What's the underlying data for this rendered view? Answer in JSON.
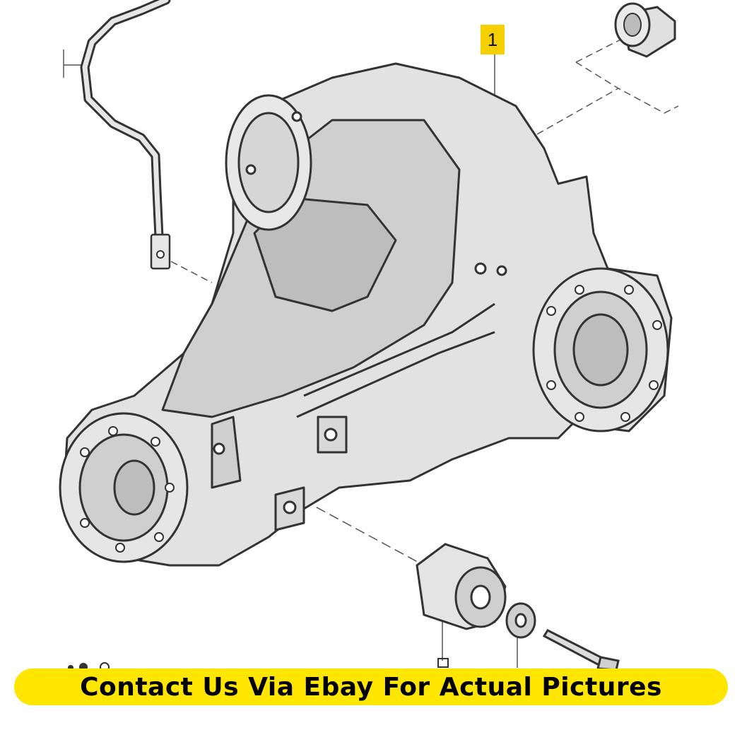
{
  "diagram": {
    "callout_number": "1",
    "banner_text": "Contact Us Via Ebay For Actual Pictures",
    "colors": {
      "housing": "#e2e2e2",
      "shade": "#bcbcbc",
      "outline": "#333333",
      "callout": "#f4d000",
      "banner": "#ffe600"
    },
    "icons": [
      "differential-housing",
      "ground-strap",
      "bushing",
      "mount",
      "washer",
      "bolt"
    ]
  }
}
